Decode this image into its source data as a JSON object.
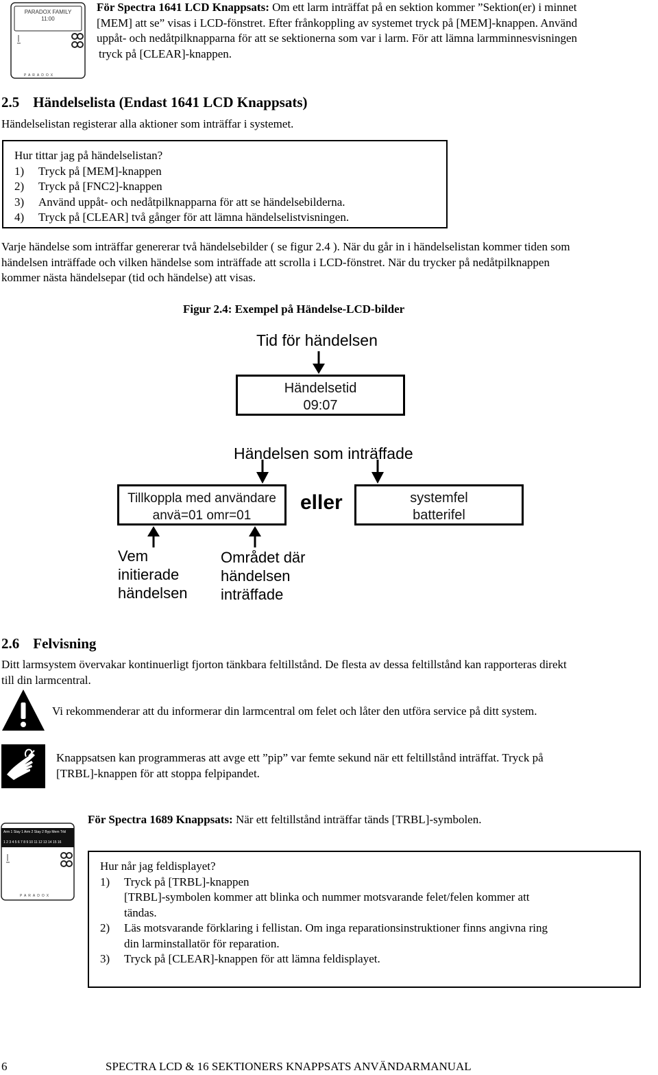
{
  "keypad_1641": {
    "brand": "PARADOX FAMILY",
    "time": "11:00",
    "logo": "PARADOX"
  },
  "intro_1641": {
    "lead": "För Spectra 1641 LCD Knappsats:",
    "line1_rest": " Om ett larm inträffat på en sektion kommer ”Sektion(er) i minnet",
    "line2": "[MEM] att se” visas i LCD-fönstret. Efter frånkoppling av systemet tryck på [MEM]-knappen. Använd",
    "line3": "uppåt- och nedåtpilknapparna för att se sektionerna som var i larm. För att lämna larmminnesvisningen",
    "line4": "tryck på [CLEAR]-knappen."
  },
  "section_2_5": {
    "number": "2.5",
    "title": "Händelselista (Endast 1641 LCD Knappsats)",
    "intro": "Händelselistan registerar alla aktioner som inträffar i systemet.",
    "box": {
      "question": "Hur tittar jag på händelselistan?",
      "steps": [
        {
          "num": "1)",
          "text": "Tryck på [MEM]-knappen"
        },
        {
          "num": "2)",
          "text": "Tryck på [FNC2]-knappen"
        },
        {
          "num": "3)",
          "text": "Använd uppåt- och nedåtpilknapparna för att se händelsebilderna."
        },
        {
          "num": "4)",
          "text": "Tryck på [CLEAR] två gånger för att lämna händelselistvisningen."
        }
      ]
    },
    "para": [
      "Varje händelse som inträffar genererar två händelsebilder ( se figur 2.4 ). När du går in i händelselistan kommer tiden som",
      "händelsen inträffade och vilken händelse som inträffade att scrolla i LCD-fönstret. När du trycker på nedåtpilknappen",
      "kommer nästa händelsepar (tid och händelse) att visas."
    ]
  },
  "figure": {
    "caption": "Figur 2.4: Exempel på Händelse-LCD-bilder",
    "time_label": "Tid för händelsen",
    "lcd1": [
      "Händelsetid",
      "09:07"
    ],
    "event_label": "Händelsen som inträffade",
    "lcd2": [
      "Tillkoppla med användare",
      "anvä=01 omr=01"
    ],
    "or": "eller",
    "lcd3": [
      "systemfel",
      "batterifel"
    ],
    "who": [
      "Vem",
      "initierade",
      "händelsen"
    ],
    "area": [
      "Området där",
      "händelsen",
      "inträffade"
    ]
  },
  "section_2_6": {
    "number": "2.6",
    "title": "Felvisning",
    "para": [
      "Ditt larmsystem övervakar kontinuerligt fjorton tänkbara feltillstånd. De flesta av dessa feltillstånd kan rapporteras direkt",
      "till din larmcentral."
    ],
    "warning": "Vi rekommenderar att du informerar din larmcentral om felet och låter den utföra service på ditt system.",
    "note": [
      "Knappsatsen kan programmeras att avge ett ”pip” var femte sekund när ett feltillstånd inträffat. Tryck på",
      "[TRBL]-knappen för att stoppa felpipandet."
    ],
    "lead_1689": "För Spectra 1689 Knappsats:",
    "rest_1689": " När ett feltillstånd inträffar tänds [TRBL]-symbolen.",
    "box": {
      "question": "Hur når jag feldisplayet?",
      "steps": [
        {
          "num": "1)",
          "lines": [
            "Tryck på [TRBL]-knappen",
            "[TRBL]-symbolen kommer att blinka och nummer motsvarande felet/felen kommer att",
            "tändas."
          ]
        },
        {
          "num": "2)",
          "lines": [
            "Läs motsvarande förklaring i fellistan. Om inga reparationsinstruktioner finns angivna ring",
            "din larminstallatör för reparation."
          ]
        },
        {
          "num": "3)",
          "lines": [
            "Tryck på [CLEAR]-knappen för att lämna feldisplayet."
          ]
        }
      ]
    }
  },
  "keypad_1689": {
    "labels": [
      "Arm 1",
      "Stay 1",
      "Arm 2",
      "Stay 2",
      "Byp",
      "Mem",
      "Trbl"
    ],
    "zones": "1 2 3 4 5 6 7 8 9 10 11 12 13 14 15 16",
    "logo": "PARADOX"
  },
  "footer": {
    "page": "6",
    "title": "SPECTRA LCD & 16 SEKTIONERS KNAPPSATS ANVÄNDARMANUAL"
  },
  "colors": {
    "text": "#000000",
    "page": "#ffffff",
    "keypad_line": "#222222"
  },
  "icons": [
    "keypad-1641-icon",
    "down-arrow-icon",
    "warning-icon",
    "note-hand-icon",
    "keypad-1689-icon"
  ]
}
